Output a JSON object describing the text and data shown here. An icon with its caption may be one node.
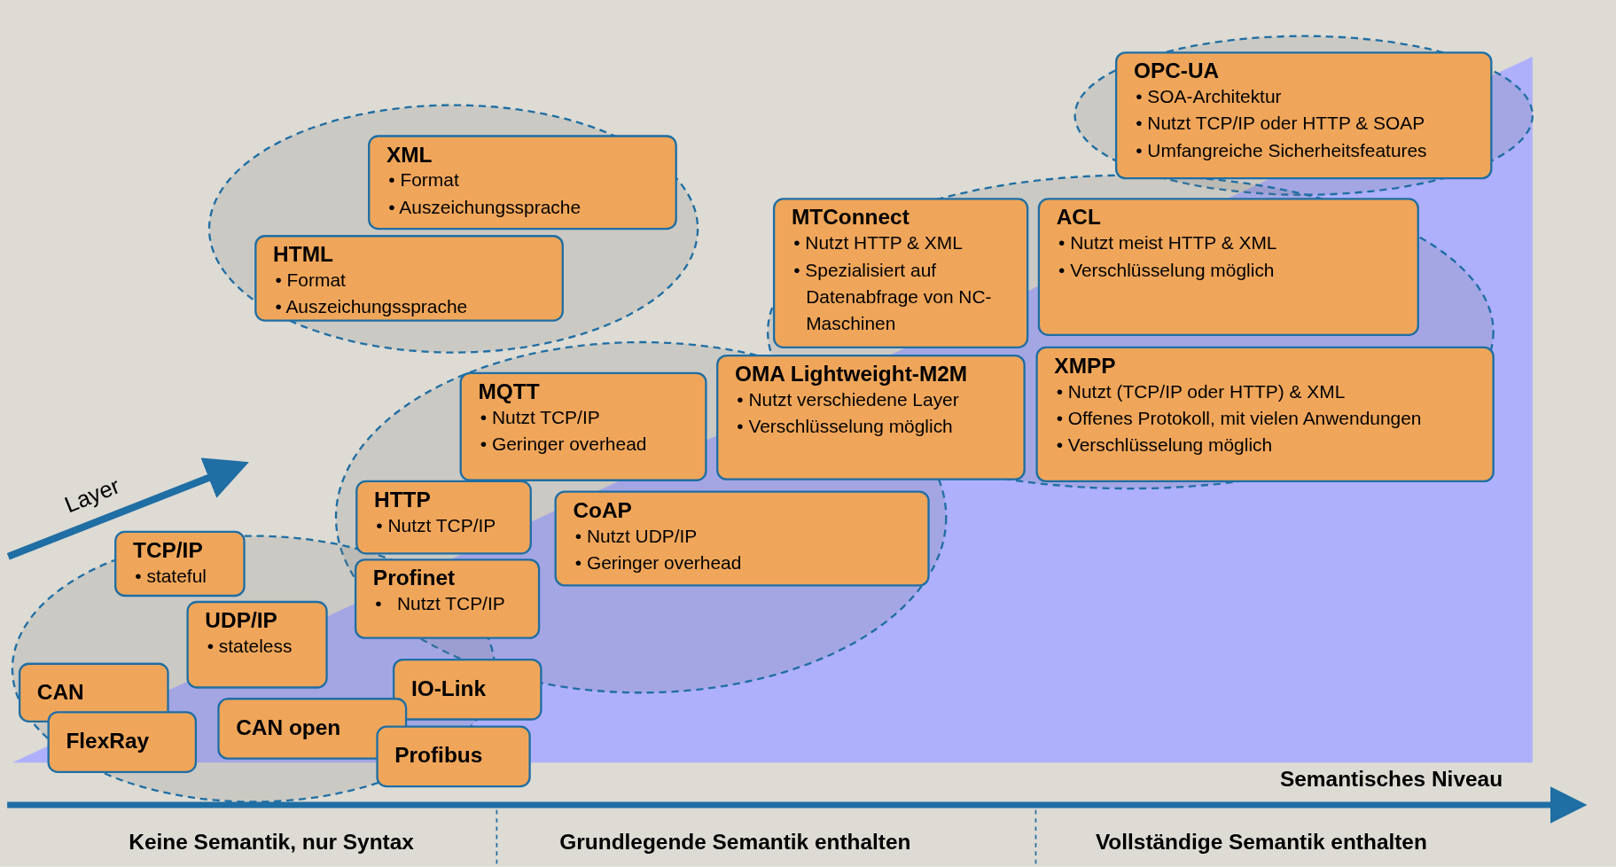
{
  "diagram": {
    "nodes": [
      {
        "text": [
          "XML",
          "• Format",
          "• Auszeichungssprache"
        ]
      },
      {
        "text": [
          "HTML",
          "• Format",
          "• Auszeichungssprache"
        ]
      },
      {
        "text": [
          "OPC-UA",
          "• SOA-Architektur",
          "• Nutzt TCP/IP oder HTTP & SOAP",
          "• Umfangreiche Sicherheitsfeatures"
        ]
      },
      {
        "text": [
          "MTConnect",
          "• Nutzt HTTP & XML",
          "• Spezialisiert auf Datenabfrage von NC-Maschinen"
        ]
      },
      {
        "text": [
          "ACL",
          "• Nutzt meist HTTP & XML",
          "• Verschlüsselung möglich"
        ]
      },
      {
        "text": [
          "OMA Lightweight-M2M",
          "• Nutzt verschiedene Layer",
          "• Verschlüsselung möglich"
        ]
      },
      {
        "text": [
          "XMPP",
          "• Nutzt (TCP/IP oder HTTP) & XML",
          "• Offenes Protokoll, mit vielen Anwendungen",
          "• Verschlüsselung möglich"
        ]
      },
      {
        "text": [
          "MQTT",
          "• Nutzt TCP/IP",
          "• Geringer overhead"
        ]
      },
      {
        "text": [
          "HTTP",
          "• Nutzt TCP/IP"
        ]
      },
      {
        "text": [
          "CoAP",
          "• Nutzt UDP/IP",
          "• Geringer overhead"
        ]
      },
      {
        "text": [
          "TCP/IP",
          "• stateful"
        ]
      },
      {
        "text": [
          "UDP/IP",
          "• stateless"
        ]
      },
      {
        "text": [
          "Profinet",
          "•   Nutzt TCP/IP"
        ]
      },
      {
        "text": [
          "CAN"
        ]
      },
      {
        "text": [
          "IO-Link"
        ]
      },
      {
        "text": [
          "FlexRay"
        ]
      },
      {
        "text": [
          "CAN open"
        ]
      },
      {
        "text": [
          "Profibus"
        ]
      }
    ],
    "edges": [],
    "labels": [
      "Layer",
      "Semantisches Niveau",
      "Keine Semantik, nur Syntax",
      "Grundlegende Semantik enthalten",
      "Vollständige Semantik enthalten"
    ]
  }
}
